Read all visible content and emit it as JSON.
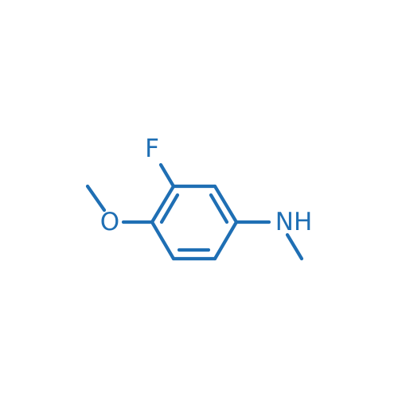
{
  "structure": {
    "line_color": "#1f6fb4",
    "label_color": "#1f6fb4",
    "background": "#ffffff",
    "atoms": {
      "fluorine": "F",
      "oxygen": "O",
      "nitrogen": "NH"
    }
  }
}
